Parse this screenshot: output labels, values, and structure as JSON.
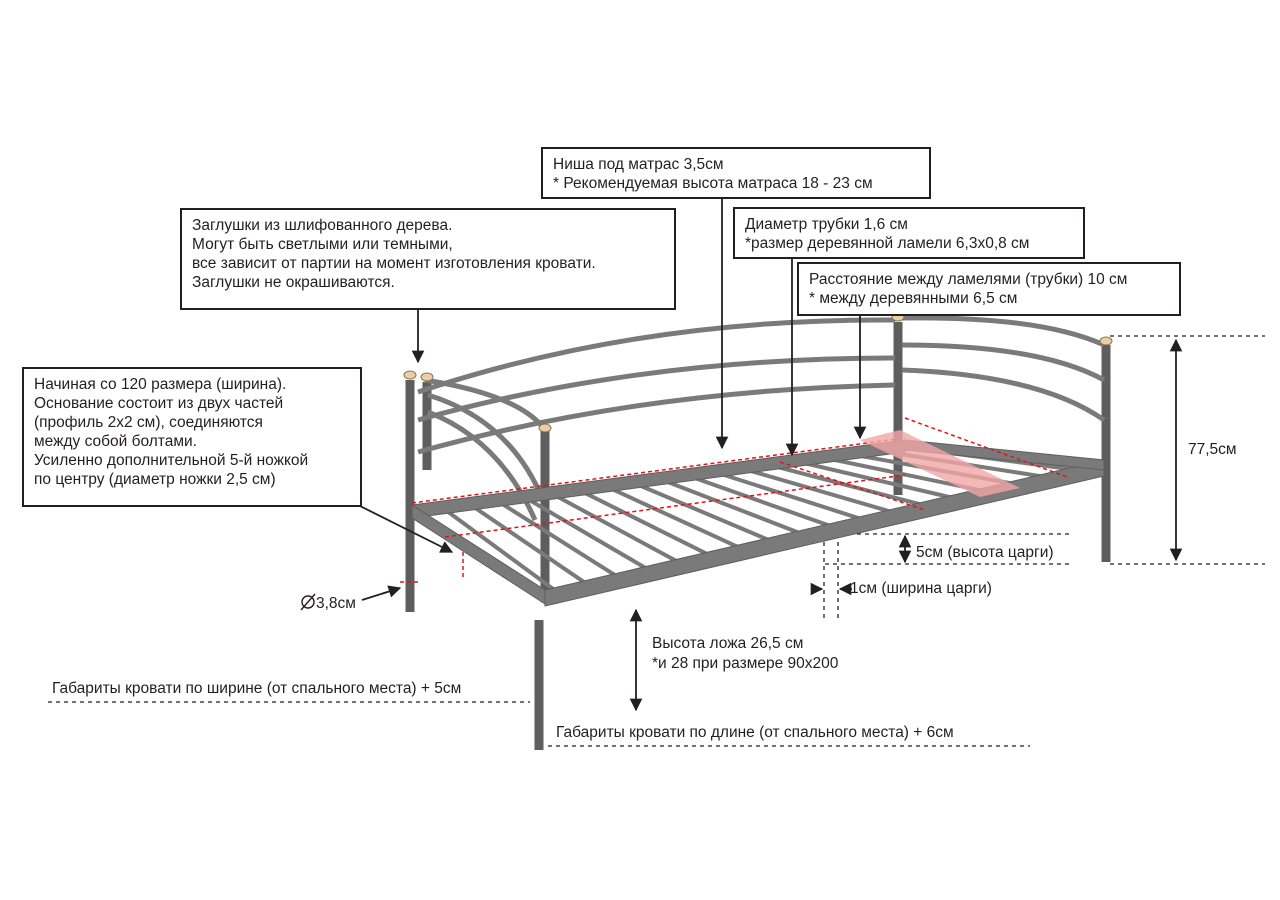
{
  "callouts": {
    "plugs": {
      "lines": [
        "Заглушки из шлифованного дерева.",
        "Могут быть светлыми или темными,",
        "все зависит от партии на момент изготовления кровати.",
        "Заглушки не окрашиваются."
      ]
    },
    "niche": {
      "lines": [
        "Ниша под матрас 3,5см",
        "* Рекомендуемая высота матраса 18 - 23 см"
      ]
    },
    "tube": {
      "lines": [
        "Диаметр трубки 1,6 см",
        "*размер деревянной ламели 6,3х0,8 см"
      ]
    },
    "spacing": {
      "lines": [
        "Расстояние между ламелями (трубки) 10 см",
        "* между деревянными 6,5 см"
      ]
    },
    "base": {
      "lines": [
        "Начиная со 120 размера (ширина).",
        "Основание состоит из двух частей",
        "(профиль 2х2 см), соединяются",
        "между собой болтами.",
        "Усиленно дополнительной 5-й ножкой",
        "по центру (диаметр ножки 2,5 см)"
      ]
    }
  },
  "labels": {
    "height_total": "77,5см",
    "frame_height": "5см (высота царги)",
    "frame_width": "1см (ширина царги)",
    "leg_diameter": "3,8см",
    "bed_height_1": "Высота ложа 26,5 см",
    "bed_height_2": "*и 28 при размере 90х200",
    "width_overall": "Габариты кровати по ширине (от спального места) + 5см",
    "length_overall": "Габариты кровати по длине (от спального места) + 6см"
  },
  "colors": {
    "metal": "#7a7a7a",
    "metal_dark": "#5e5e5e",
    "outline": "#231f20",
    "dashed_red": "#e0141b",
    "lamella_fill": "#f2a6a6",
    "wood_cap": "#e8cfa8"
  },
  "icons": [
    "diameter-symbol-icon",
    "arrow-icon"
  ]
}
